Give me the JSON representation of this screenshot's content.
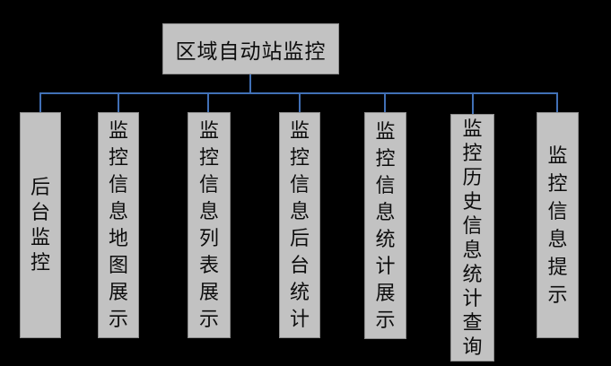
{
  "diagram": {
    "title": "区域自动站监控",
    "root": {
      "label": "区域自动站监控"
    },
    "children": [
      {
        "label": "后台监控"
      },
      {
        "label": "监控信息地图展示"
      },
      {
        "label": "监控信息列表展示"
      },
      {
        "label": "监控信息后台统计"
      },
      {
        "label": "监控信息统计展示"
      },
      {
        "label": "监控历史信息统计查询"
      },
      {
        "label": "监控信息提示"
      }
    ],
    "colors": {
      "background": "#000000",
      "node_fill": "#c2c2c2",
      "node_border": "#8e8e8e",
      "connector": "#4170b6",
      "text": "#0d0d0d"
    }
  }
}
